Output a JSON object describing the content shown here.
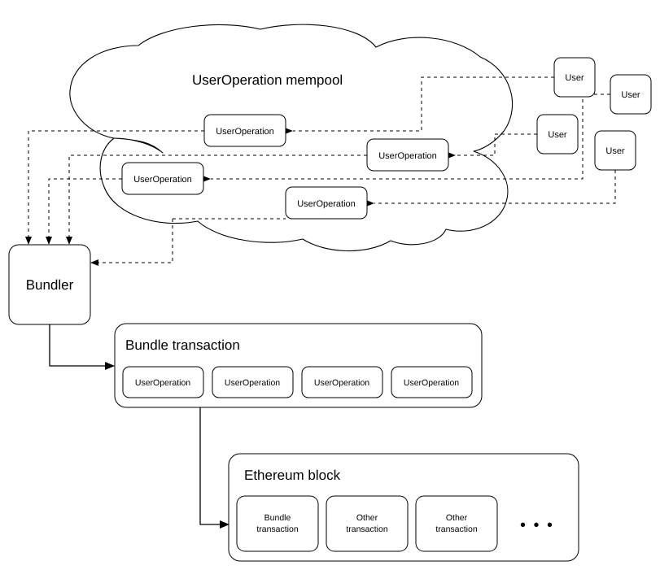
{
  "diagram": {
    "title": "UserOperation mempool",
    "cloud": {
      "label": "UserOperation mempool",
      "mempool_operations": [
        {
          "label": "UserOperation"
        },
        {
          "label": "UserOperation"
        },
        {
          "label": "UserOperation"
        },
        {
          "label": "UserOperation"
        }
      ]
    },
    "users": [
      {
        "label": "User"
      },
      {
        "label": "User"
      },
      {
        "label": "User"
      },
      {
        "label": "User"
      }
    ],
    "bundler": {
      "label": "Bundler"
    },
    "bundle_transaction": {
      "heading": "Bundle transaction",
      "operations": [
        {
          "label": "UserOperation"
        },
        {
          "label": "UserOperation"
        },
        {
          "label": "UserOperation"
        },
        {
          "label": "UserOperation"
        }
      ]
    },
    "ethereum_block": {
      "heading": "Ethereum block",
      "transactions": [
        {
          "line1": "Bundle",
          "line2": "transaction"
        },
        {
          "line1": "Other",
          "line2": "transaction"
        },
        {
          "line1": "Other",
          "line2": "transaction"
        }
      ],
      "ellipsis": "• • •"
    },
    "colors": {
      "stroke": "#000000",
      "fill": "#ffffff",
      "text": "#000000"
    }
  }
}
